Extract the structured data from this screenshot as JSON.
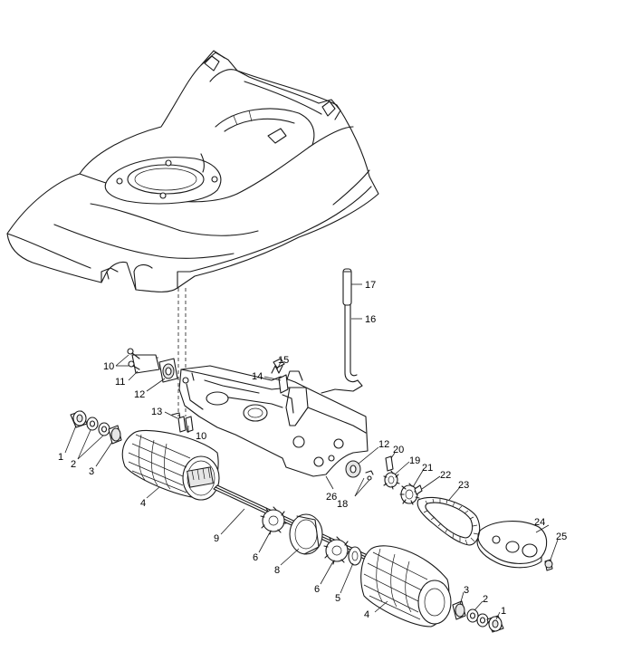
{
  "callouts": [
    {
      "id": "c1a",
      "text": "1"
    },
    {
      "id": "c2a",
      "text": "2"
    },
    {
      "id": "c3a",
      "text": "3"
    },
    {
      "id": "c4a",
      "text": "4"
    },
    {
      "id": "c5",
      "text": "5"
    },
    {
      "id": "c6a",
      "text": "6"
    },
    {
      "id": "c6b",
      "text": "6"
    },
    {
      "id": "c8",
      "text": "8"
    },
    {
      "id": "c9",
      "text": "9"
    },
    {
      "id": "c10a",
      "text": "10"
    },
    {
      "id": "c10b",
      "text": "10"
    },
    {
      "id": "c11",
      "text": "11"
    },
    {
      "id": "c12a",
      "text": "12"
    },
    {
      "id": "c12b",
      "text": "12"
    },
    {
      "id": "c13",
      "text": "13"
    },
    {
      "id": "c14",
      "text": "14"
    },
    {
      "id": "c15",
      "text": "15"
    },
    {
      "id": "c16",
      "text": "16"
    },
    {
      "id": "c17",
      "text": "17"
    },
    {
      "id": "c18",
      "text": "18"
    },
    {
      "id": "c19",
      "text": "19"
    },
    {
      "id": "c20",
      "text": "20"
    },
    {
      "id": "c21",
      "text": "21"
    },
    {
      "id": "c22",
      "text": "22"
    },
    {
      "id": "c23",
      "text": "23"
    },
    {
      "id": "c24",
      "text": "24"
    },
    {
      "id": "c25",
      "text": "25"
    },
    {
      "id": "c26",
      "text": "26"
    },
    {
      "id": "c3b",
      "text": "3"
    },
    {
      "id": "c2b",
      "text": "2"
    },
    {
      "id": "c1b",
      "text": "1"
    },
    {
      "id": "c4b",
      "text": "4"
    }
  ],
  "colors": {
    "line": "#1a1a1a",
    "background": "#ffffff",
    "fill": "#ffffff"
  }
}
